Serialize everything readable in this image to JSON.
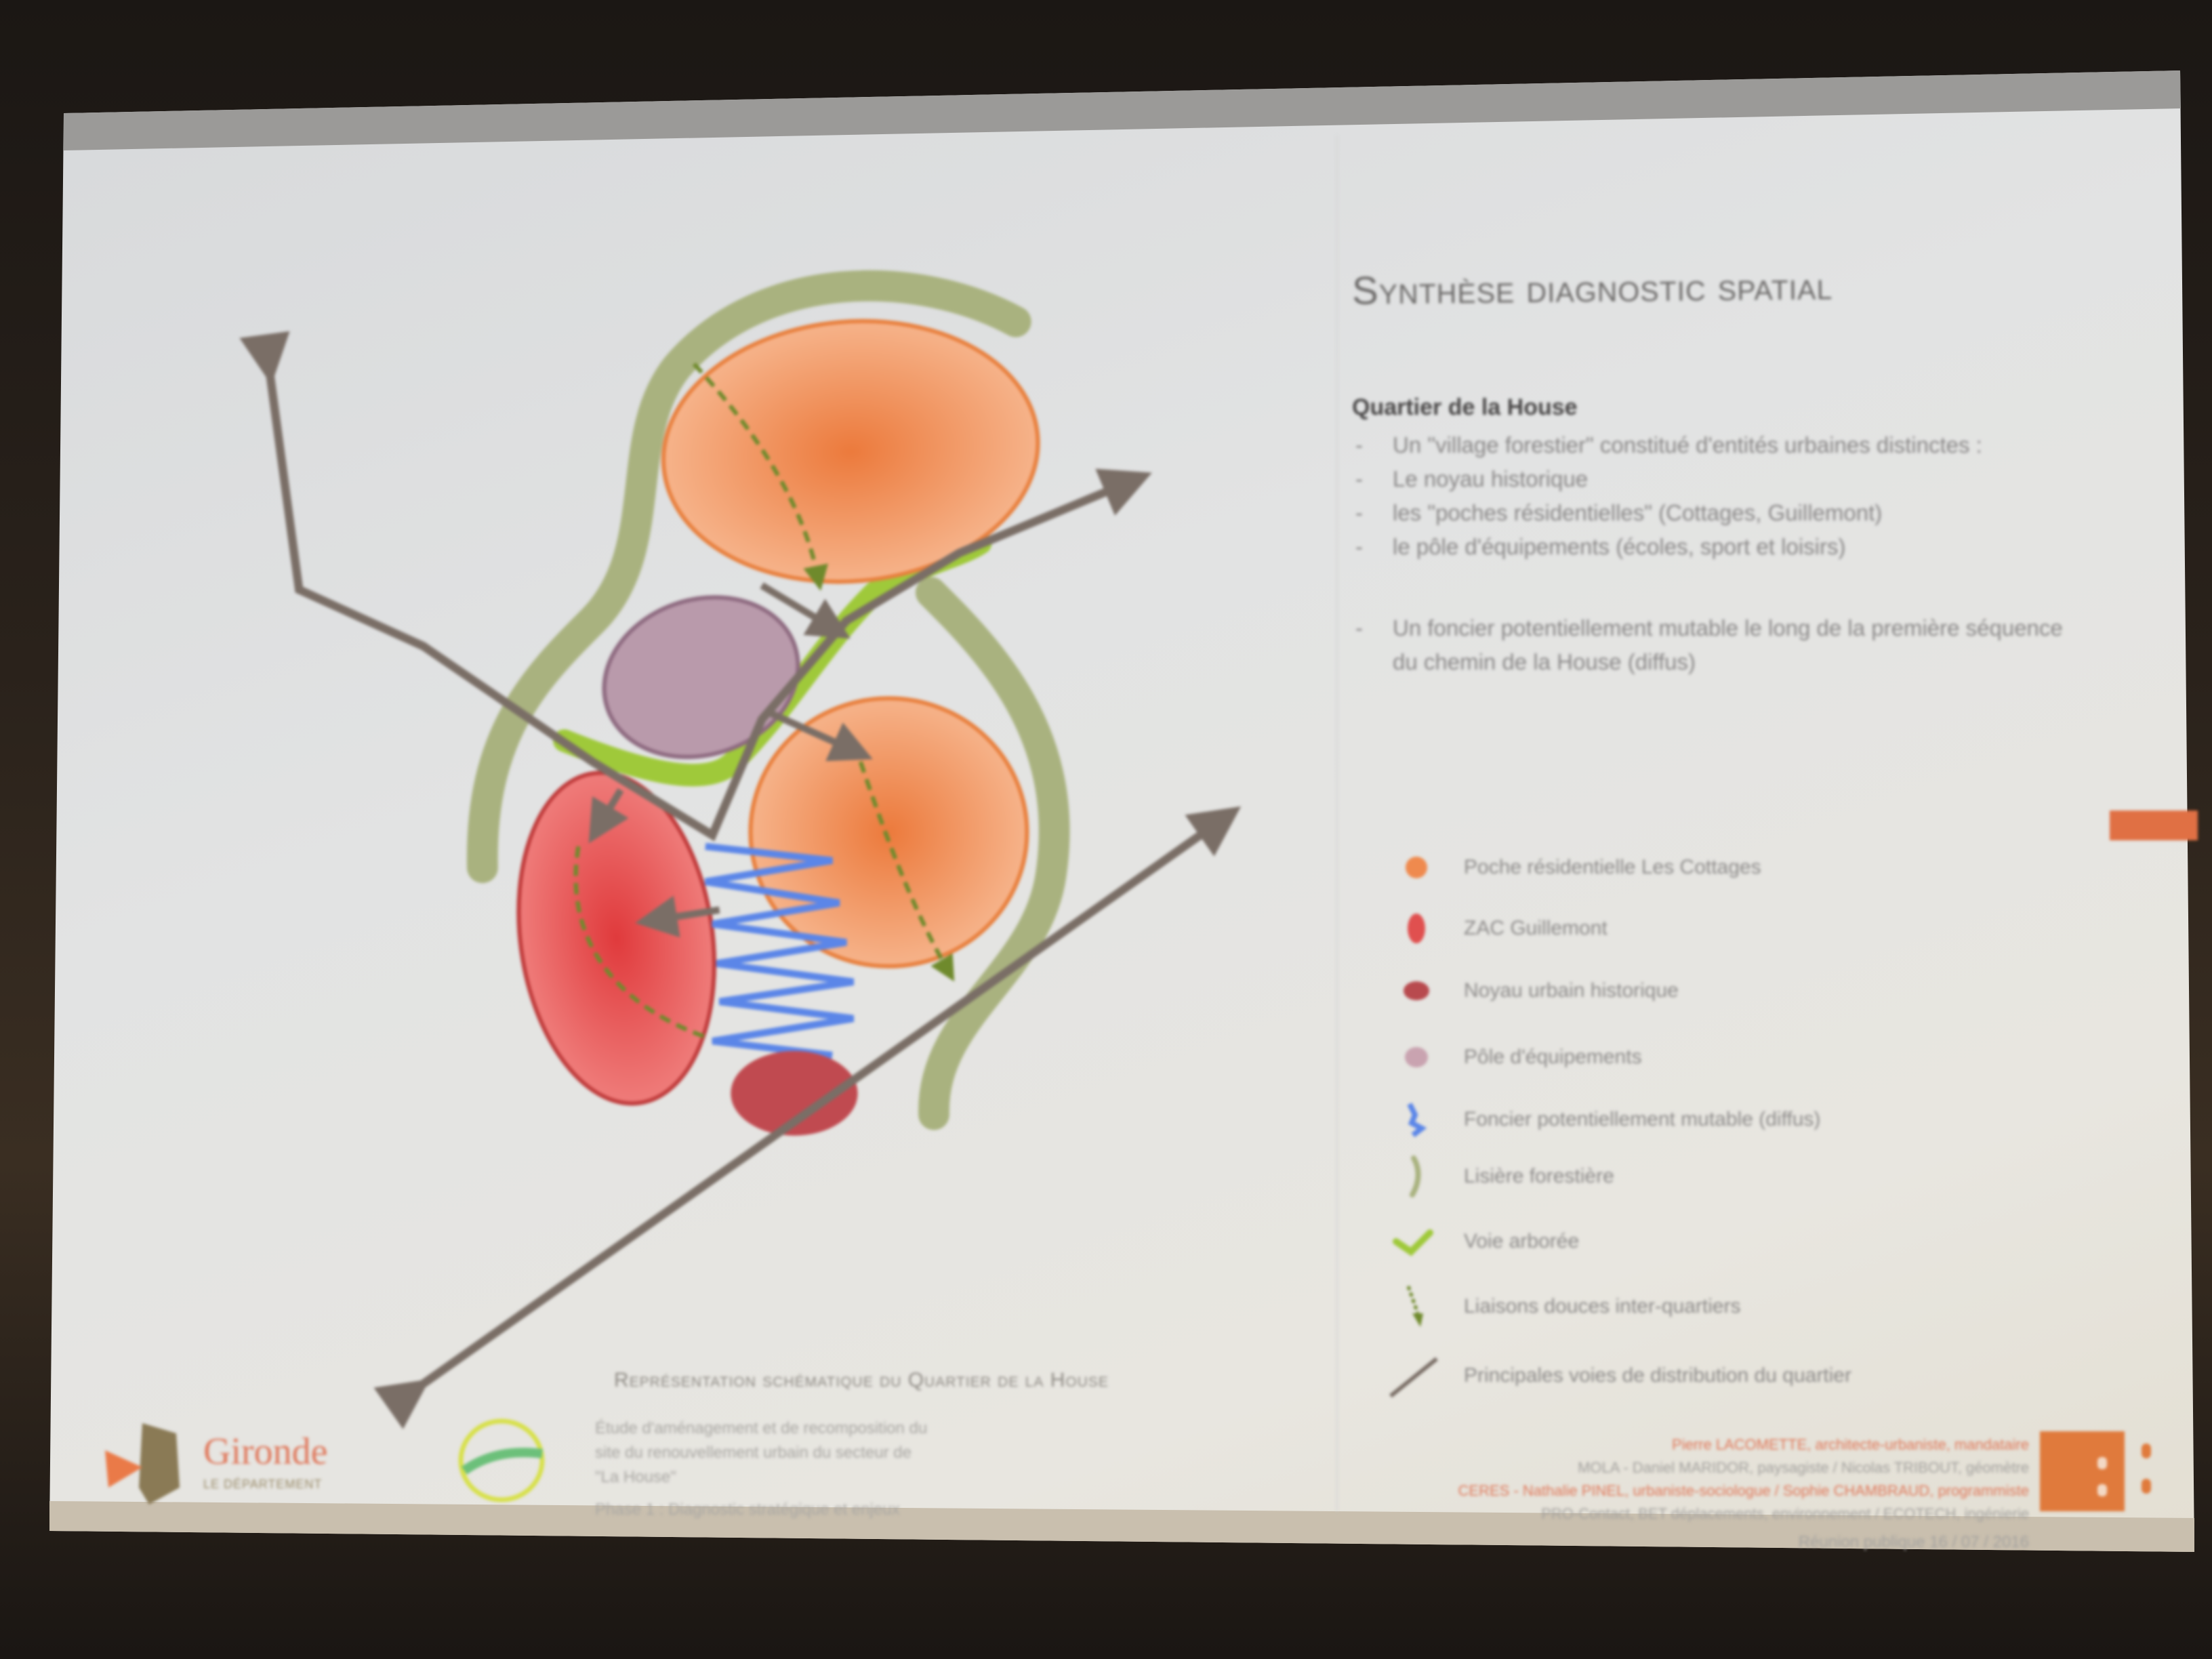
{
  "slide": {
    "title": "Synthèse diagnostic spatial",
    "section_heading": "Quartier de la House",
    "bullets": [
      "Un \"village forestier\" constitué d'entités urbaines distinctes :",
      "Le noyau historique",
      "les \"poches résidentielles\" (Cottages, Guillemont)",
      "le pôle d'équipements (écoles, sport et loisirs)",
      "Un foncier potentiellement mutable le long de la première séquence du chemin de la House (diffus)"
    ],
    "legend": [
      {
        "label": "Poche résidentielle Les Cottages",
        "icon": "orange-ellipse-icon",
        "color": "#ef8a4e"
      },
      {
        "label": "ZAC Guillemont",
        "icon": "red-ellipse-icon",
        "color": "#e0504f"
      },
      {
        "label": "Noyau urbain historique",
        "icon": "darkred-ellipse-icon",
        "color": "#b84a4e"
      },
      {
        "label": "Pôle d'équipements",
        "icon": "mauve-ellipse-icon",
        "color": "#c9a3b0"
      },
      {
        "label": "Foncier potentiellement mutable (diffus)",
        "icon": "blue-zigzag-icon",
        "color": "#5b86e8"
      },
      {
        "label": "Lisière forestière",
        "icon": "olive-arc-icon",
        "color": "#a9b27f"
      },
      {
        "label": "Voie arborée",
        "icon": "lime-check-icon",
        "color": "#9fc93a"
      },
      {
        "label": "Liaisons douces inter-quartiers",
        "icon": "green-dashed-arrow-icon",
        "color": "#6f8a2c"
      },
      {
        "label": "Principales voies de distribution du quartier",
        "icon": "grey-line-icon",
        "color": "#7a6e66"
      }
    ],
    "caption": "Représentation schématique du Quartier de la House",
    "footer_left": [
      "Étude d'aménagement et de recomposition du",
      "site du renouvellement urbain du secteur de",
      "\"La House\"",
      "Phase 1 : Diagnostic stratégique et enjeux"
    ],
    "footer_right": [
      "Pierre LACOMETTE, architecte-urbaniste, mandataire",
      "MOLA - Daniel MARIDOR, paysagiste / Nicolas TRIBOUT, géomètre",
      "CERES - Nathalie PINEL, urbaniste-sociologue / Sophie CHAMBRAUD, programmiste",
      "PRO-Contact, BET déplacements, environnement / ECOTECH, ingénierie",
      "Réunion publique 16 / 07 / 2016"
    ],
    "logo_gironde": {
      "name": "Gironde",
      "sub": "LE DÉPARTEMENT"
    },
    "accent": "#e07a3c"
  }
}
